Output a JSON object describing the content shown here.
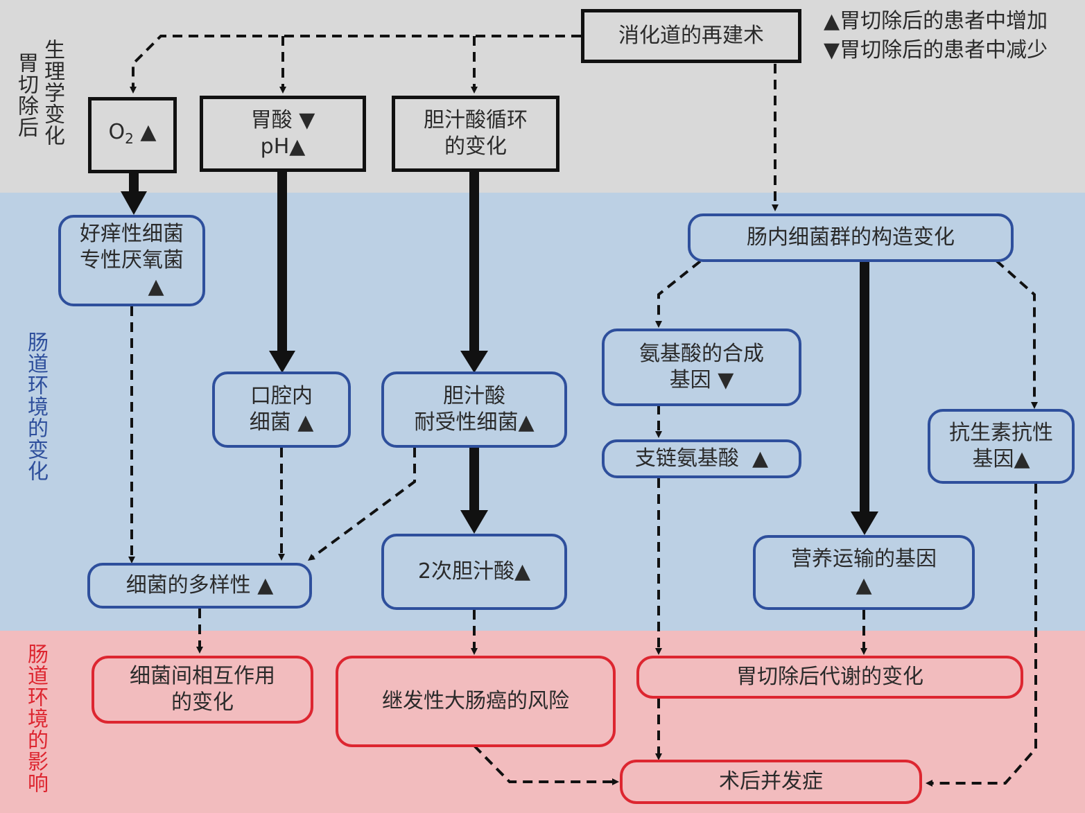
{
  "sections": {
    "top": {
      "label_col1": "胃切除后",
      "label_col2": "生理学变化"
    },
    "middle": {
      "label": "肠道环境的变化",
      "color": "#2e4f9c"
    },
    "bottom": {
      "label": "肠道环境的影响",
      "color": "#dd2630"
    }
  },
  "legend": {
    "increase": "▲胃切除后的患者中增加",
    "decrease": "▼胃切除后的患者中减少"
  },
  "nodes": {
    "reconstruction": {
      "line1": "消化道的再建术"
    },
    "o2": {
      "text": "O",
      "sub": "2",
      "mark": " ▲"
    },
    "gastric_acid": {
      "line1": "胃酸 ▼",
      "line2": "pH▲"
    },
    "bile_cycle": {
      "line1": "胆汁酸循环",
      "line2": "的变化"
    },
    "aerobic": {
      "line1": "好痒性细菌",
      "line2": "专性厌氧菌",
      "line3": "▲"
    },
    "oral": {
      "line1": "口腔内",
      "line2": "细菌 ▲"
    },
    "bile_tolerant": {
      "line1": "胆汁酸",
      "line2": "耐受性细菌▲"
    },
    "flora_change": {
      "line1": "肠内细菌群的构造变化"
    },
    "amino_synthesis": {
      "line1": "氨基酸的合成",
      "line2": "基因 ▼"
    },
    "bcaa": {
      "line1": "支链氨基酸  ▲"
    },
    "antibiotic": {
      "line1": "抗生素抗性",
      "line2": "基因▲"
    },
    "diversity": {
      "line1": "细菌的多样性 ▲"
    },
    "secondary_bile": {
      "line1": "2次胆汁酸▲"
    },
    "nutrient_transport": {
      "line1": "营养运输的基因",
      "line2": "▲"
    },
    "interaction": {
      "line1": "细菌间相互作用",
      "line2": "的变化"
    },
    "cancer_risk": {
      "line1": "继发性大肠癌的风险"
    },
    "metabolism": {
      "line1": "胃切除后代谢的变化"
    },
    "complications": {
      "line1": "术后并发症"
    }
  },
  "colors": {
    "top_band": "#d9d9d9",
    "middle_band": "#bcd0e4",
    "bottom_band": "#f2bcbe",
    "blue_border": "#2e4f9c",
    "red_border": "#dd2630"
  }
}
